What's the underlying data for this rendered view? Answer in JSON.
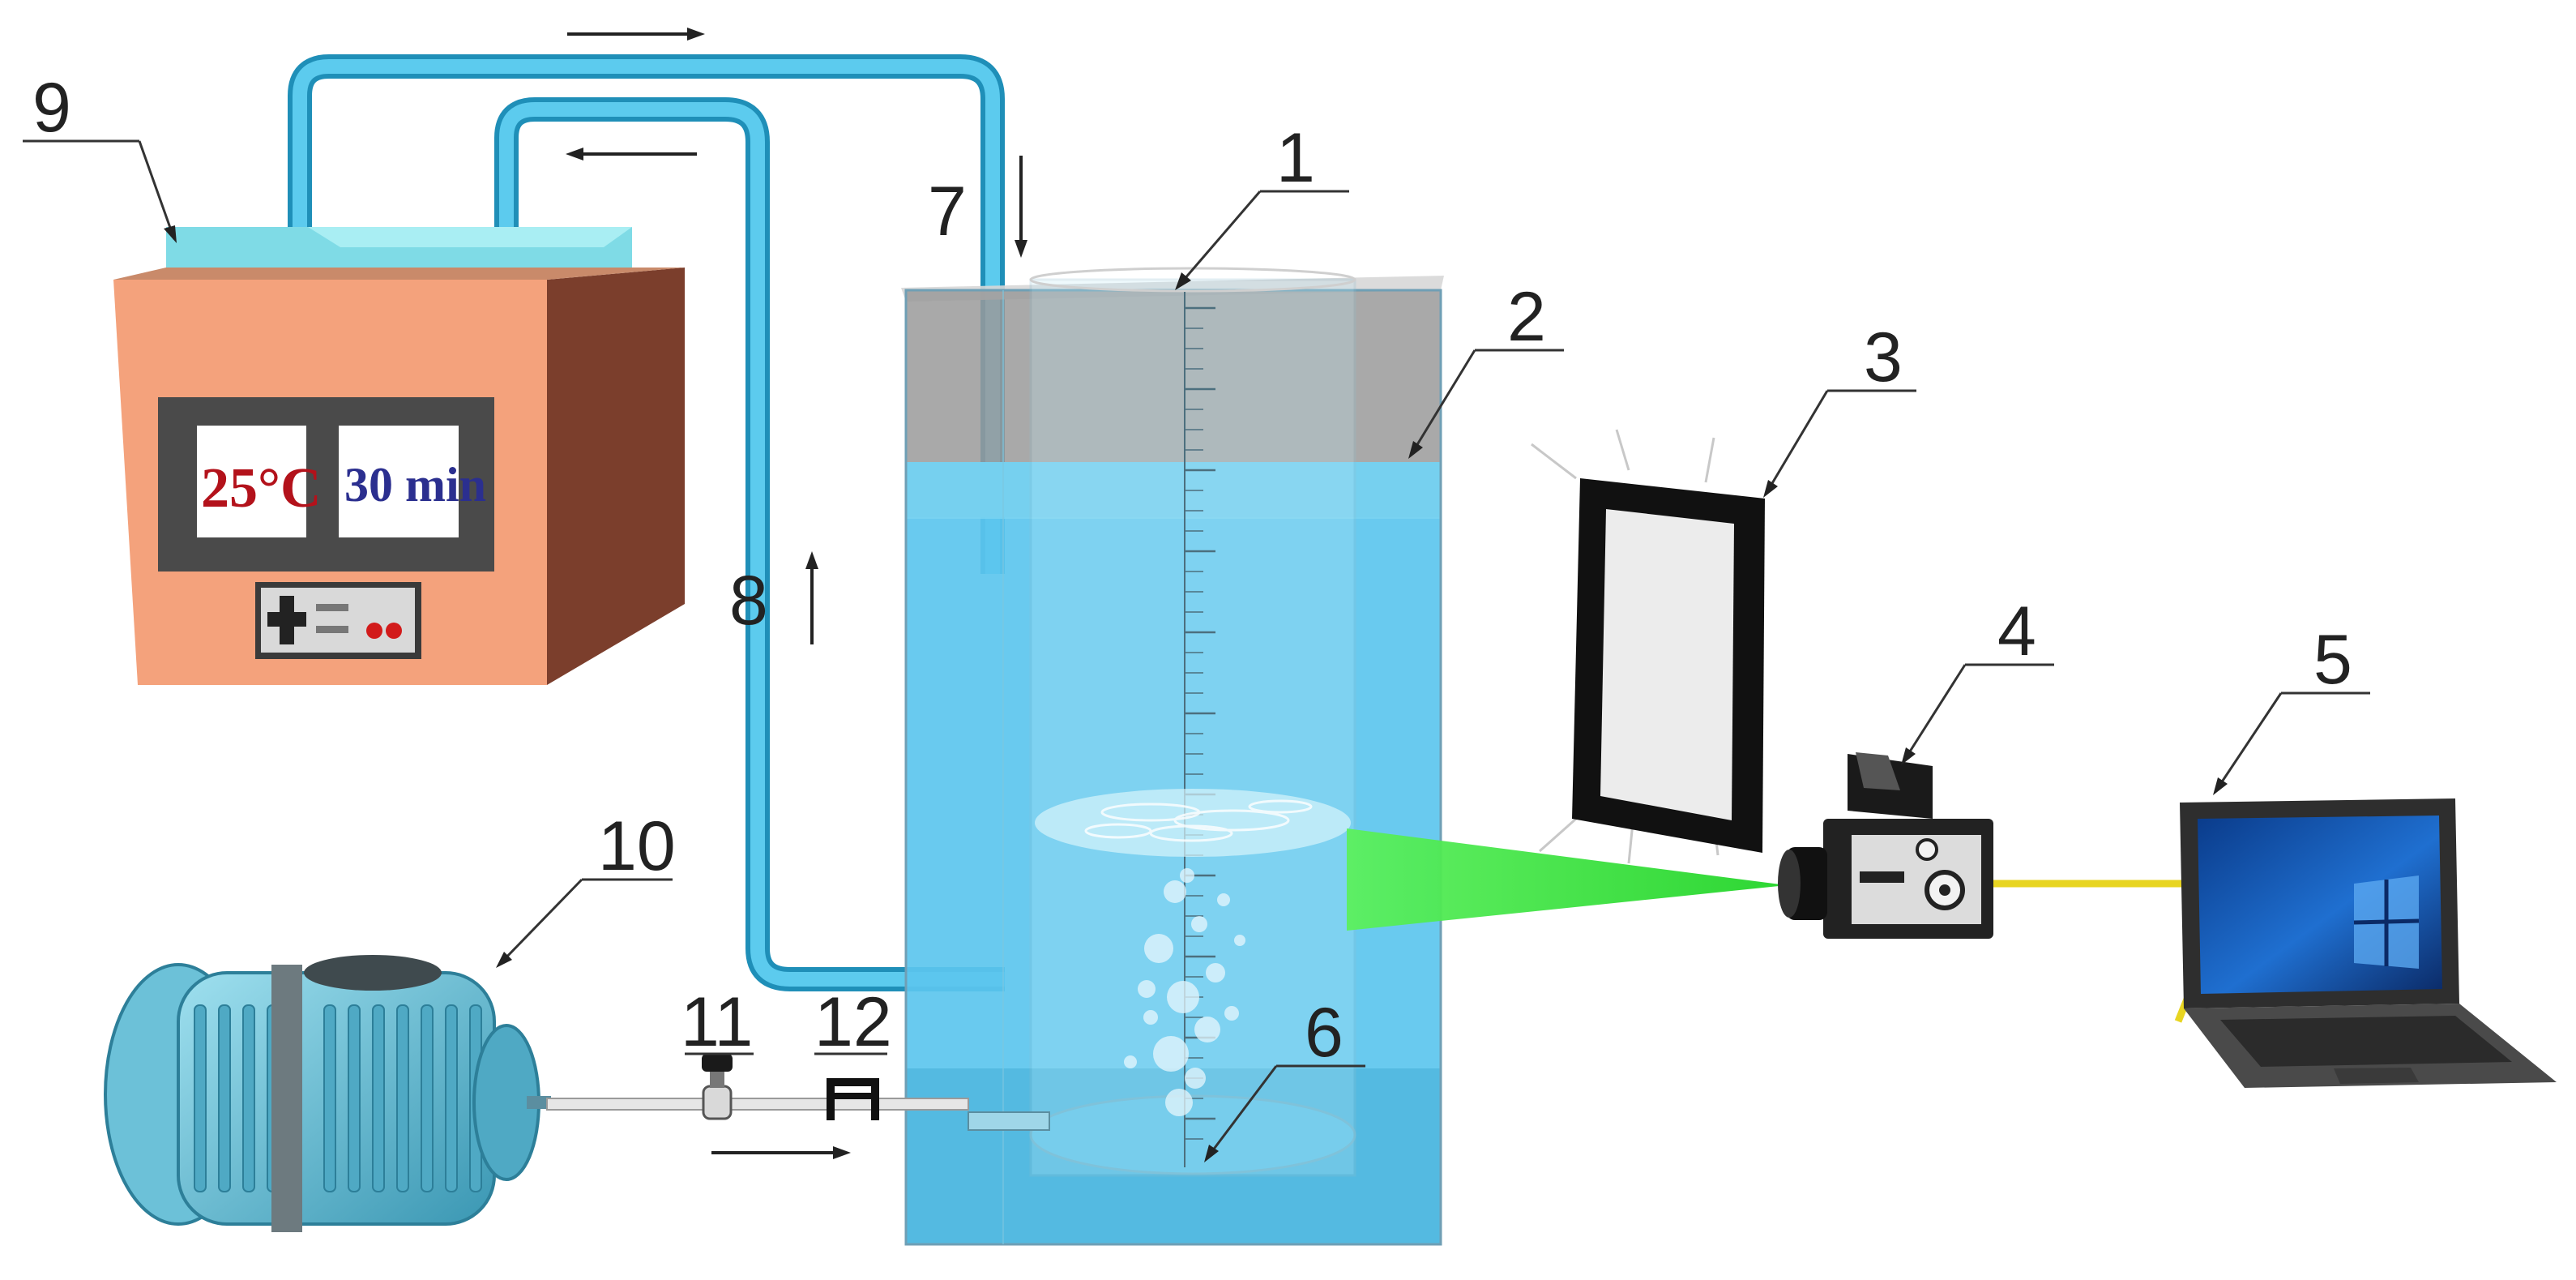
{
  "callouts": {
    "c1": "1",
    "c2": "2",
    "c3": "3",
    "c4": "4",
    "c5": "5",
    "c6": "6",
    "c7": "7",
    "c8": "8",
    "c9": "9",
    "c10": "10",
    "c11": "11",
    "c12": "12"
  },
  "thermostat_display": {
    "temperature": "25°C",
    "time": "30 min"
  },
  "colors": {
    "water": "#5cc6ee",
    "tube": "#3bb5dc",
    "box_front": "#f4a27c",
    "box_side": "#7b3e2c",
    "laser": "#39e23b",
    "usb_cable": "#e8d521"
  },
  "icons": {
    "arrow": "arrow-icon",
    "camera": "camera-icon",
    "laptop": "laptop-icon",
    "air_pump": "air-pump-icon",
    "light_panel": "light-panel-icon"
  }
}
